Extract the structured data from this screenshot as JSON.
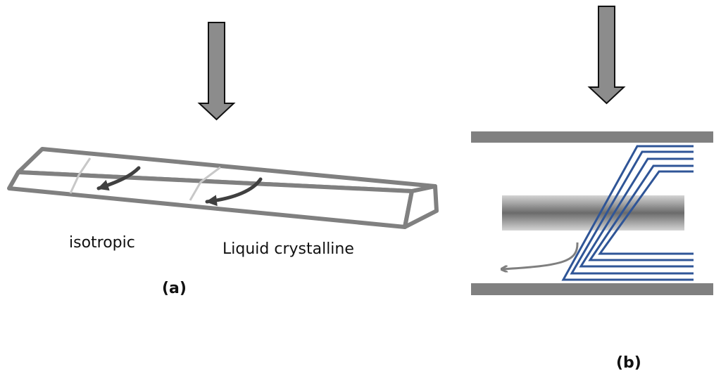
{
  "panel_a": {
    "label_isotropic": "isotropic",
    "label_liquid_crystalline": "Liquid crystalline",
    "caption": "(a)"
  },
  "panel_b": {
    "caption": "(b)"
  },
  "colors": {
    "arrow_fill": "#8c8c8c",
    "arrow_stroke": "#111111",
    "slab_edge": "#808080",
    "front_line": "#c8c8c8",
    "curved_arrow_dark": "#404040",
    "plate": "#808080",
    "layer_lines": "#2f5597",
    "flow_arrow": "#7f7f7f"
  }
}
